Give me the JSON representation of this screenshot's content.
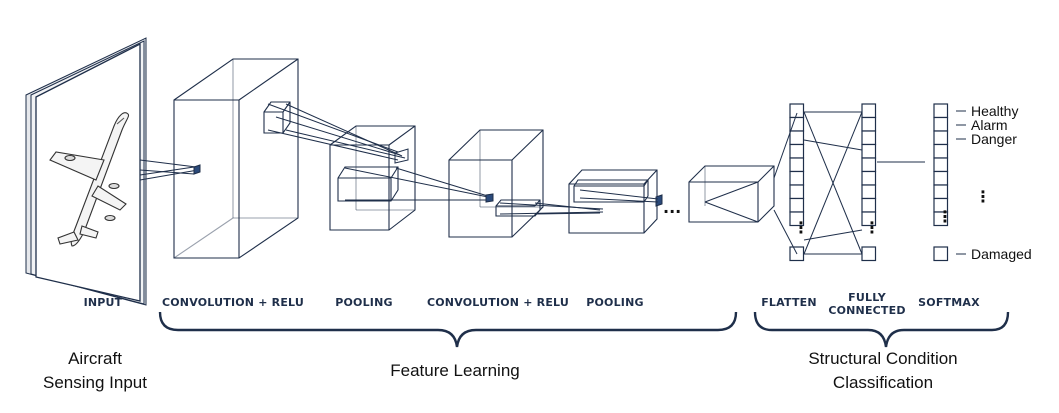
{
  "stages": {
    "input": "INPUT",
    "conv1": "CONVOLUTION + RELU",
    "pool1": "POOLING",
    "conv2": "CONVOLUTION + RELU",
    "pool2": "POOLING",
    "flatten": "FLATTEN",
    "fully_connected_line1": "FULLY",
    "fully_connected_line2": "CONNECTED",
    "softmax": "SOFTMAX"
  },
  "groups": {
    "aircraft_line1": "Aircraft",
    "aircraft_line2": "Sensing Input",
    "feature_learning": "Feature Learning",
    "structural_line1": "Structural Condition",
    "structural_line2": "Classification"
  },
  "classes": {
    "healthy": "Healthy",
    "alarm": "Alarm",
    "danger": "Danger",
    "damaged": "Damaged"
  },
  "colors": {
    "line": "#1f2f4a",
    "text": "#111111"
  }
}
